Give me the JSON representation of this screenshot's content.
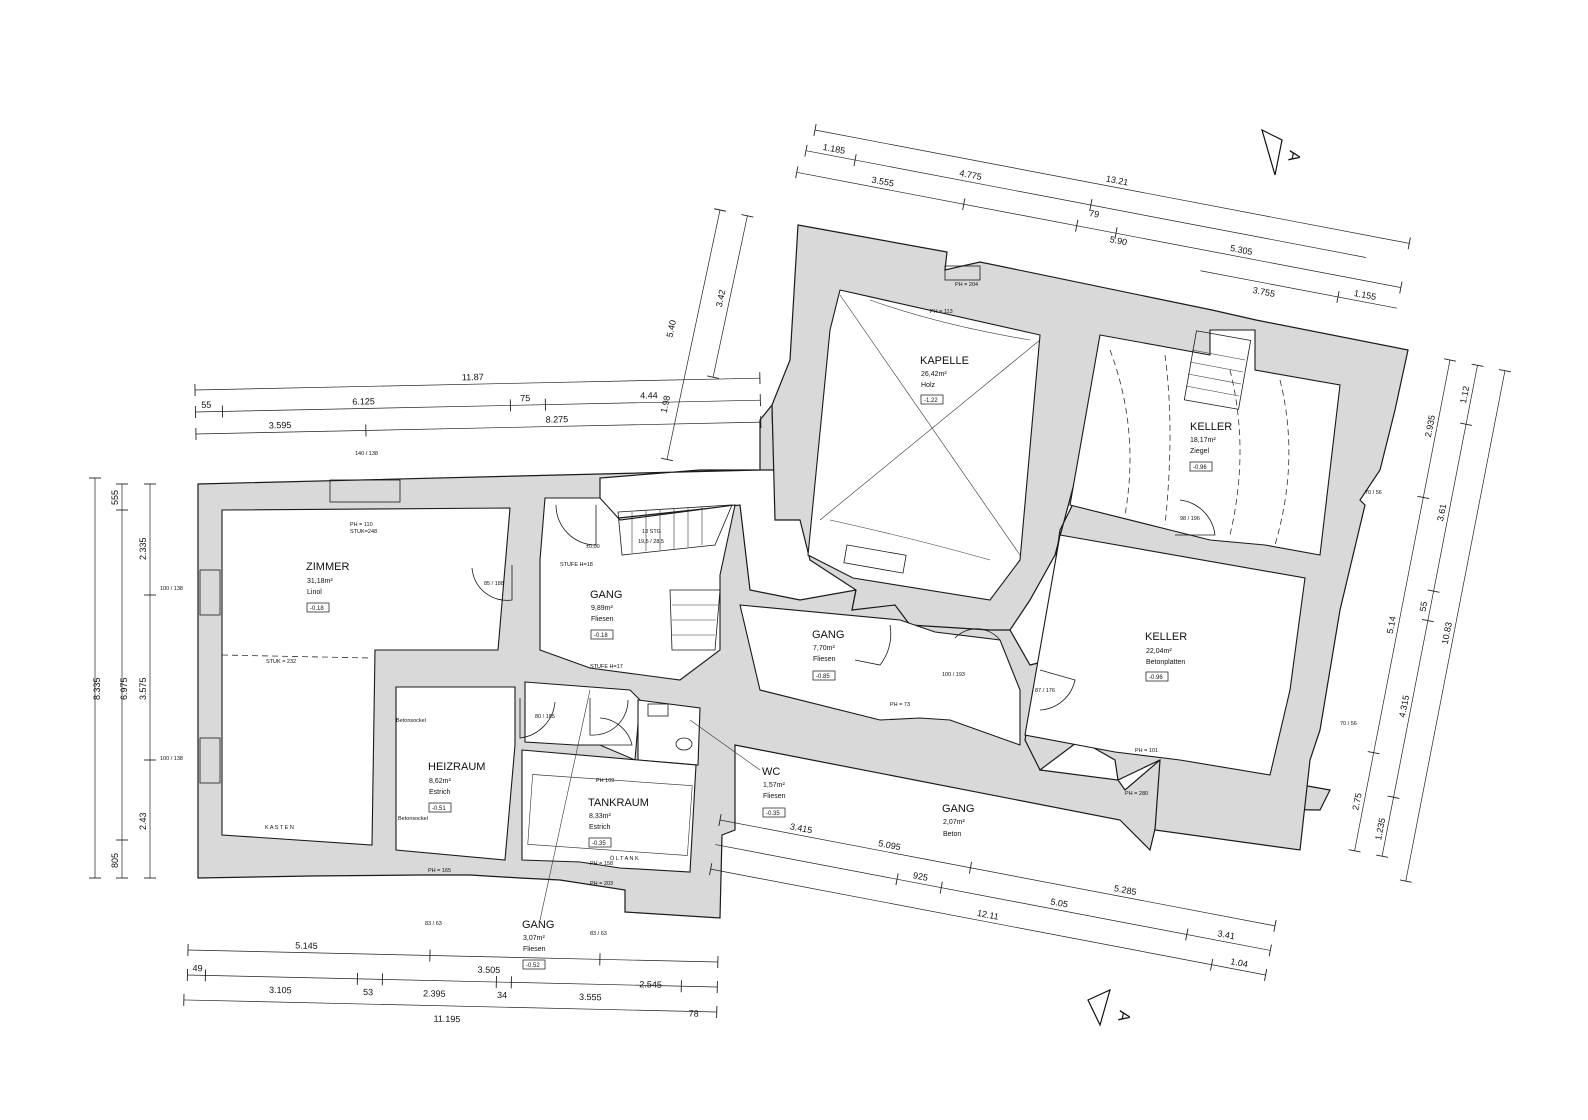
{
  "rooms": {
    "kapelle": {
      "name": "KAPELLE",
      "area": "26,42m²",
      "floor": "Holz",
      "level": "-1.22"
    },
    "keller1": {
      "name": "KELLER",
      "area": "18,17m²",
      "floor": "Ziegel",
      "level": "-0.96"
    },
    "keller2": {
      "name": "KELLER",
      "area": "22,04m²",
      "floor": "Betonplatten",
      "level": "-0.96"
    },
    "zimmer": {
      "name": "ZIMMER",
      "area": "31,18m²",
      "floor": "Linol",
      "level": "-0.18"
    },
    "gang1": {
      "name": "GANG",
      "area": "9,89m²",
      "floor": "Fliesen",
      "level": "-0.18"
    },
    "gang2": {
      "name": "GANG",
      "area": "7,70m²",
      "floor": "Fliesen",
      "level": "-0.85"
    },
    "heizraum": {
      "name": "HEIZRAUM",
      "area": "8,62m²",
      "floor": "Estrich",
      "level": "-0.51"
    },
    "tankraum": {
      "name": "TANKRAUM",
      "area": "8,33m²",
      "floor": "Estrich",
      "level": "-0.35"
    },
    "wc": {
      "name": "WC",
      "area": "1,57m²",
      "floor": "Fliesen",
      "level": "-0.35"
    },
    "gang3": {
      "name": "GANG",
      "area": "2,07m²",
      "floor": "Beton"
    },
    "gang4": {
      "name": "GANG",
      "area": "3,07m²",
      "floor": "Fliesen",
      "level": "-0.52"
    }
  },
  "dimensions": {
    "top_row1": [
      "1.185",
      "4.775",
      "13.21"
    ],
    "top_row2": [
      "3.555",
      "79",
      "5.90",
      "5.305"
    ],
    "top_row3": [
      "3.755",
      "1.155"
    ],
    "left_row1": [
      "11.87"
    ],
    "left_row2": [
      "55",
      "6.125",
      "75",
      "4.44"
    ],
    "left_row3": [
      "3.595",
      "8.275"
    ],
    "left_vert1": [
      "5.40",
      "3.42"
    ],
    "left_vert_small": [
      "1.98"
    ],
    "west_vert1": [
      "555",
      "2.335",
      "3.575",
      "2.43",
      "805"
    ],
    "west_vert2": [
      "8.335",
      "6.975"
    ],
    "east_vert1": [
      "2.935",
      "5.14",
      "2.75"
    ],
    "east_vert2": [
      "1.12",
      "3.61",
      "55",
      "4.315",
      "1.235"
    ],
    "east_vert3": [
      "10.83"
    ],
    "bottom_row1": [
      "5.145",
      "3.505",
      "2.545"
    ],
    "bottom_row2": [
      "49",
      "3.105",
      "53",
      "2.395",
      "34",
      "3.555",
      "78"
    ],
    "bottom_row3": [
      "11.195"
    ],
    "se_row1": [
      "3.415",
      "5.095",
      "5.285"
    ],
    "se_row2": [
      "925",
      "5.05",
      "3.41"
    ],
    "se_row3": [
      "12.11",
      "1.04"
    ]
  },
  "annotations": {
    "stg": "13 STG",
    "stg_dim": "19,5 / 28,5",
    "stufe_h": "STUFE H=18",
    "stufe_h17": "STUFE H=17",
    "kasten": "K A S T E N",
    "oeltank": "Ö L T A N K",
    "betonsockel": "Betonsockel",
    "ph_110": "PH = 110",
    "stuk_248": "STUK=248",
    "stuk_232": "STUK = 232",
    "ph_204": "PH = 204",
    "ph_113": "PH = 113",
    "ph_101": "PH = 101",
    "ph_280": "PH = 280",
    "ph_165": "PH = 165",
    "ph_203": "PH = 203",
    "ph_158": "PH = 158",
    "ph_109": "PH 109",
    "ph_73": "PH = 73",
    "door_85_188": "85 / 188",
    "door_80_185": "80 / 185",
    "door_87_176": "87 / 176",
    "door_100_193": "100 / 193",
    "door_98_196": "98 / 196",
    "win_100_138": "100 / 138",
    "win_140_138": "140 / 138",
    "win_70_56": "70 / 56",
    "win_83_63": "83 / 63",
    "pm000": "±0,00"
  },
  "section_markers": {
    "top": "A",
    "bottom": "A"
  }
}
